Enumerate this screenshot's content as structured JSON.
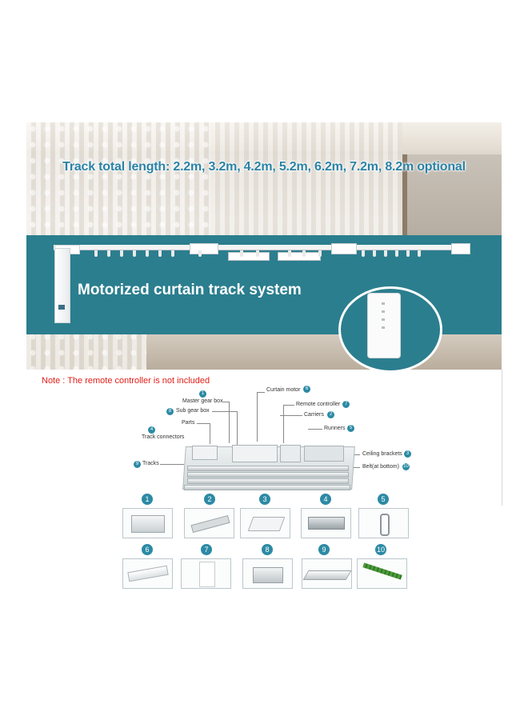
{
  "banner": {
    "track_title": "Track total length: 2.2m, 3.2m, 4.2m, 5.2m, 6.2m, 7.2m, 8.2m optional",
    "band_title": "Motorized curtain track system"
  },
  "note": "Note : The remote controller is not included",
  "diagram": {
    "labels": [
      {
        "num": "1",
        "text": "Master gear box"
      },
      {
        "num": "8",
        "text": "Sub gear box"
      },
      {
        "num": "",
        "text": "Parts"
      },
      {
        "num": "4",
        "text": "Track connectors"
      },
      {
        "num": "9",
        "text": "Tracks"
      },
      {
        "num": "6",
        "text": "Curtain motor"
      },
      {
        "num": "7",
        "text": "Remote controller"
      },
      {
        "num": "2",
        "text": "Carriers"
      },
      {
        "num": "5",
        "text": "Runners"
      },
      {
        "num": "3",
        "text": "Ceiling brackets"
      },
      {
        "num": "10",
        "text": "Belt(at bottom)"
      }
    ]
  },
  "parts": {
    "row1": [
      "1",
      "2",
      "3",
      "4",
      "5"
    ],
    "row2": [
      "6",
      "7",
      "8",
      "9",
      "10"
    ]
  },
  "colors": {
    "teal_band": "#2b7e8e",
    "title_blue": "#2a82a6",
    "note_red": "#e0201a",
    "badge_blue": "#2c8aa4"
  }
}
